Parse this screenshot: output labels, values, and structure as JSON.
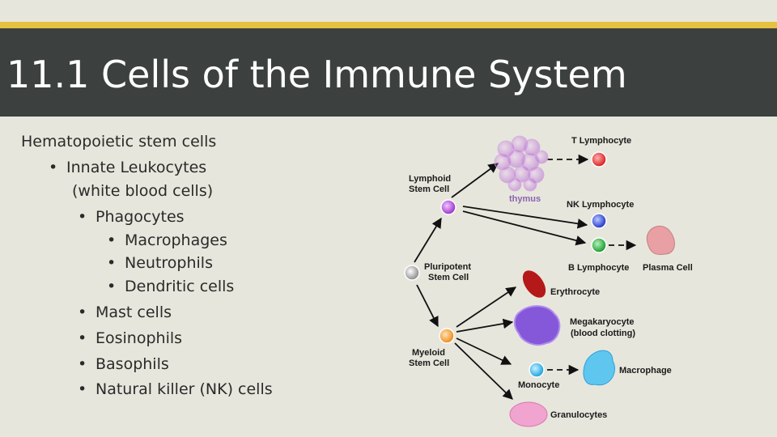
{
  "title": "11.1 Cells of the Immune System",
  "bullets": {
    "root": "Hematopoietic stem cells",
    "innate": "Innate Leukocytes",
    "innate_sub": "(white blood cells)",
    "phagocytes": "Phagocytes",
    "macrophages": "Macrophages",
    "neutrophils": "Neutrophils",
    "dendritic": "Dendritic cells",
    "mast": "Mast cells",
    "eosinophils": "Eosinophils",
    "basophils": "Basophils",
    "nk": "Natural killer (NK) cells",
    "bullet_char": "•"
  },
  "diagram": {
    "lymphoid_l1": "Lymphoid",
    "lymphoid_l2": "Stem Cell",
    "thymus": "thymus",
    "t_lymphocyte": "T Lymphocyte",
    "nk_lymphocyte": "NK Lymphocyte",
    "b_lymphocyte": "B Lymphocyte",
    "plasma_cell": "Plasma Cell",
    "pluripotent_l1": "Pluripotent",
    "pluripotent_l2": "Stem Cell",
    "erythrocyte": "Erythrocyte",
    "megakaryocyte_l1": "Megakaryocyte",
    "megakaryocyte_l2": "(blood clotting)",
    "myeloid_l1": "Myeloid",
    "myeloid_l2": "Stem Cell",
    "monocyte": "Monocyte",
    "macrophage": "Macrophage",
    "granulocytes": "Granulocytes"
  },
  "colors": {
    "background": "#e7e6dc",
    "title_band": "#3c403f",
    "accent": "#e4c13e",
    "thymus": "#e6c8ea"
  }
}
